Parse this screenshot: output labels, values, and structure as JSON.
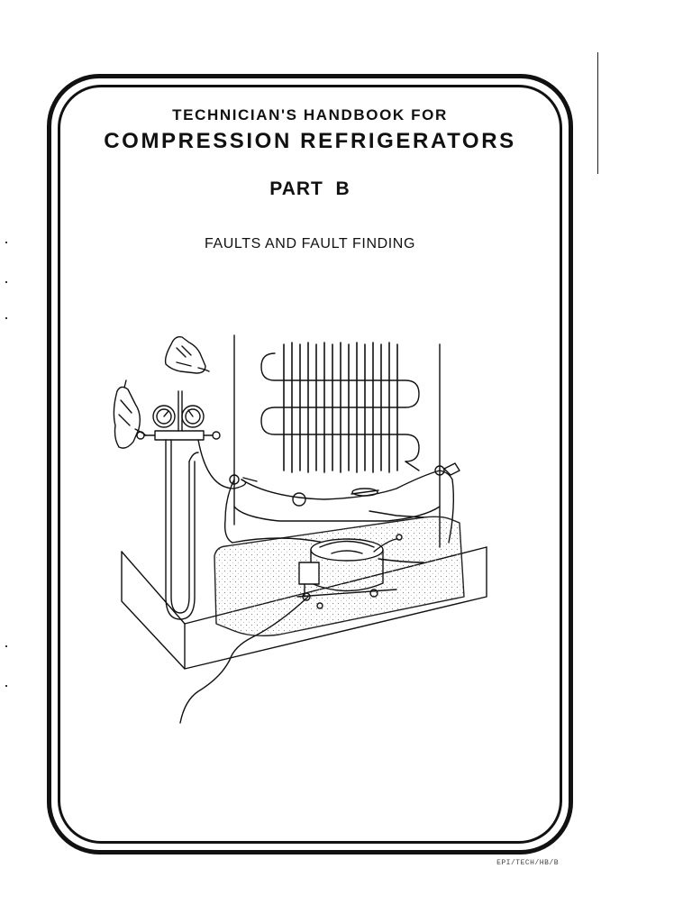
{
  "document": {
    "subtitle": "TECHNICIAN'S HANDBOOK FOR",
    "title": "COMPRESSION REFRIGERATORS",
    "part": "PART  B",
    "topic": "FAULTS AND FAULT FINDING",
    "footer_code": "EPI/TECH/HB/B"
  },
  "illustration": {
    "subject": "refrigerator-rear-with-manifold-gauges-and-compressor"
  }
}
